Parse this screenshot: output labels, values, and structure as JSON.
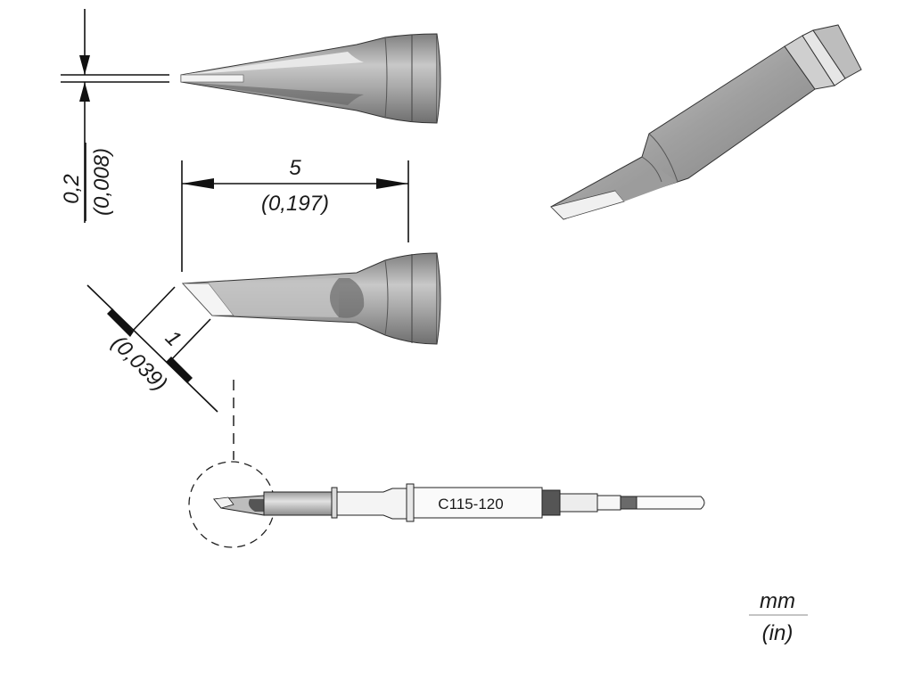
{
  "dimensions": {
    "thickness": {
      "mm": "0,2",
      "inch": "(0,008)"
    },
    "length": {
      "mm": "5",
      "inch": "(0,197)"
    },
    "width": {
      "mm": "1",
      "inch": "(0,039)"
    }
  },
  "tip_model": "C115-120",
  "units": {
    "top": "mm",
    "bottom": "(in)"
  },
  "colors": {
    "body_light": "#e6e6e6",
    "body_mid": "#b4b4b4",
    "body_dark": "#8a8a8a",
    "band_dark": "#5a5a5a",
    "line": "#111111"
  }
}
